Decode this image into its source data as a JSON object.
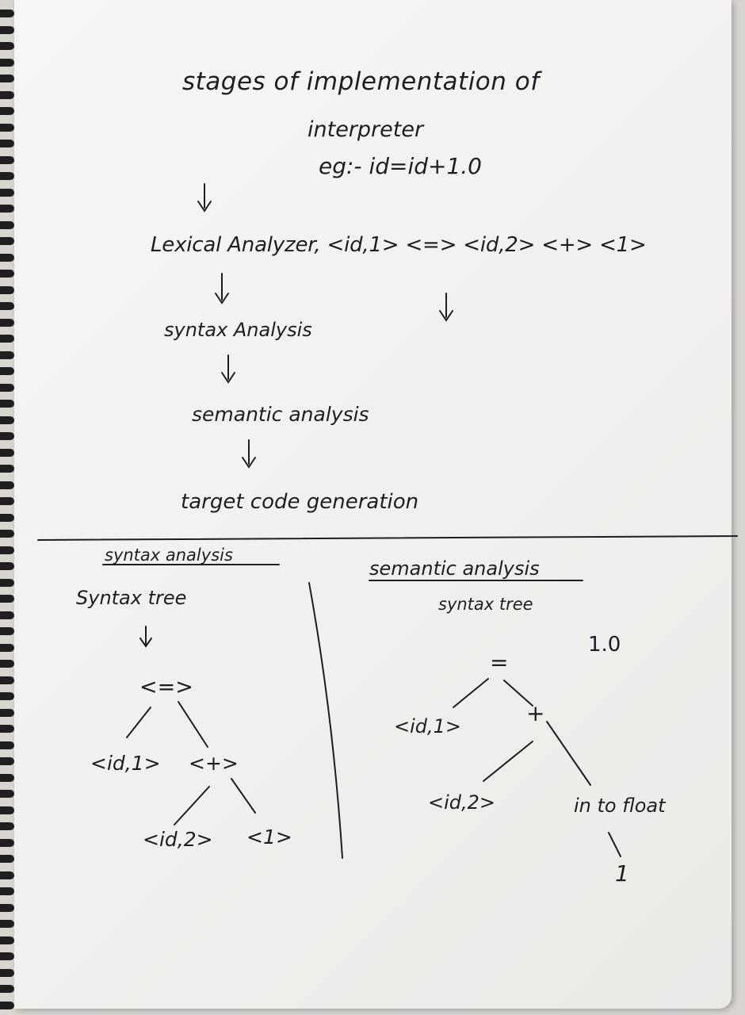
{
  "title": {
    "line1": "stages of implementation of",
    "line2": "interpreter",
    "example": "eg:- id=id+1.0"
  },
  "pipeline": {
    "lexical": "Lexical Analyzer, <id,1> <=> <id,2> <+> <1>",
    "syntax": "syntax Analysis",
    "semantic": "semantic analysis",
    "target": "target code generation"
  },
  "left_panel": {
    "heading": "syntax analysis",
    "subheading": "Syntax tree",
    "nodes": {
      "root": "<=>",
      "left_child": "<id,1>",
      "right_child": "<+>",
      "plus_left": "<id,2>",
      "plus_right": "<1>"
    }
  },
  "right_panel": {
    "heading": "semantic analysis",
    "subheading": "syntax tree",
    "value_label": "1.0",
    "nodes": {
      "root": "=",
      "left_child": "<id,1>",
      "plus": "+",
      "plus_left": "<id,2>",
      "plus_right": "in to float",
      "leaf": "1"
    }
  },
  "colors": {
    "ink": "#1e1e22",
    "paper": "#f4f3f1",
    "binding": "#1f1f1f"
  }
}
